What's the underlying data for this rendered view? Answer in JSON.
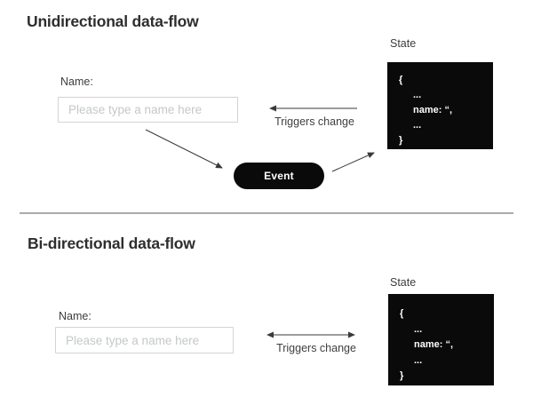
{
  "colors": {
    "background": "#ffffff",
    "title_text": "#2e2e2e",
    "label_text": "#3c3c3c",
    "placeholder_text": "#c4c8ca",
    "input_border": "#d3d3d3",
    "arrow": "#3a3a3a",
    "node_background": "#0a0a0a",
    "node_text": "#ffffff",
    "divider": "#ababab"
  },
  "unidirectional": {
    "title": "Unidirectional data-flow",
    "name_label": "Name:",
    "input_value": "",
    "input_placeholder": "Please type a name here",
    "event_label": "Event",
    "triggers_label": "Triggers change",
    "state_label": "State",
    "state_code": [
      "{",
      "...",
      "name: “,",
      "...",
      "}"
    ]
  },
  "bidirectional": {
    "title": "Bi-directional data-flow",
    "name_label": "Name:",
    "input_value": "",
    "input_placeholder": "Please type a name here",
    "triggers_label": "Triggers change",
    "state_label": "State",
    "state_code": [
      "{",
      "...",
      "name: “,",
      "...",
      "}"
    ]
  }
}
